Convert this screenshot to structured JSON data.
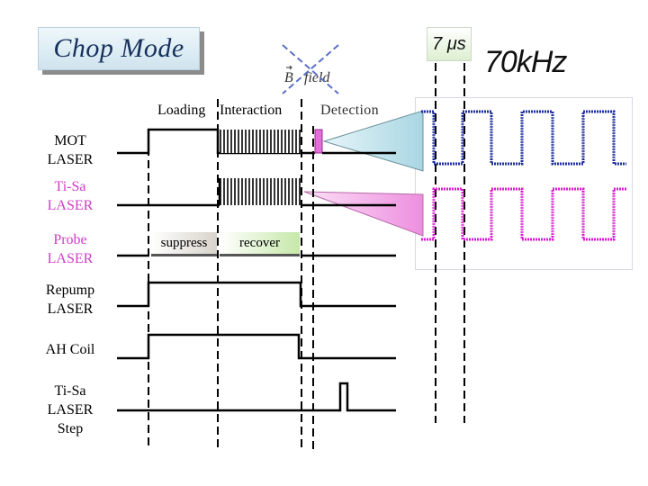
{
  "title": "Chop Mode",
  "timing_labels": {
    "microseconds": "7 μs",
    "frequency": "70kHz",
    "b_field_symbol": "B",
    "b_field_text": "field",
    "loading": "Loading",
    "interaction": "Interaction",
    "detection": "Detection",
    "suppress": "suppress",
    "recover": "recover"
  },
  "signals": [
    {
      "name": "mot",
      "line1": "MOT",
      "line2": "LASER",
      "color": "#000000"
    },
    {
      "name": "tisa",
      "line1": "Ti-Sa",
      "line2": "LASER",
      "color": "#d03cc8"
    },
    {
      "name": "probe",
      "line1": "Probe",
      "line2": "LASER",
      "color": "#d03cc8"
    },
    {
      "name": "repump",
      "line1": "Repump",
      "line2": "LASER",
      "color": "#000000"
    },
    {
      "name": "ahcoil",
      "line1": "AH Coil",
      "line2": "",
      "color": "#000000"
    },
    {
      "name": "tisastep",
      "line1": "Ti-Sa",
      "line2": "LASER",
      "line3": "Step",
      "color": "#000000"
    }
  ],
  "colors": {
    "title_text": "#16305c",
    "magenta": "#d03cc8",
    "scope_blue": "#1f2f9a",
    "scope_magenta": "#d81fd0",
    "cyan_wedge": "#bfe3ec",
    "pink_wedge": "#f3aee8",
    "cross": "#5b6fc7"
  }
}
